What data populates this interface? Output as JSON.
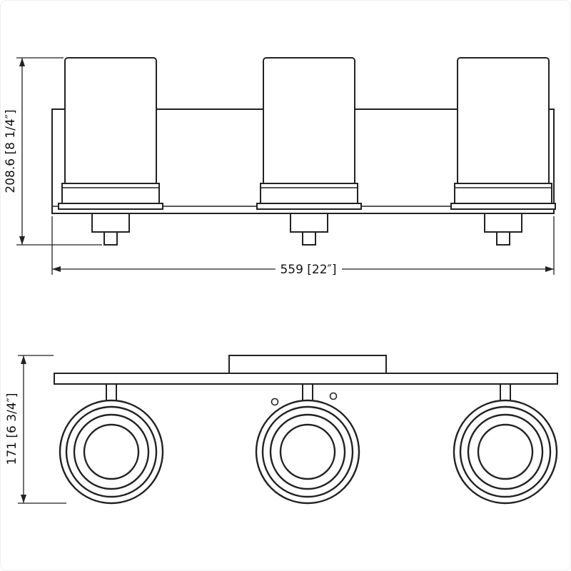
{
  "drawing": {
    "type": "technical-dimension-drawing",
    "subject": "3-light vanity fixture, front elevation and plan view",
    "colors": {
      "line": "#222222",
      "background": "#ffffff"
    }
  },
  "dimensions": {
    "front_height": "208.6 [8 1/4″]",
    "front_width": "559 [22″]",
    "plan_height": "171 [6 3/4″]"
  }
}
